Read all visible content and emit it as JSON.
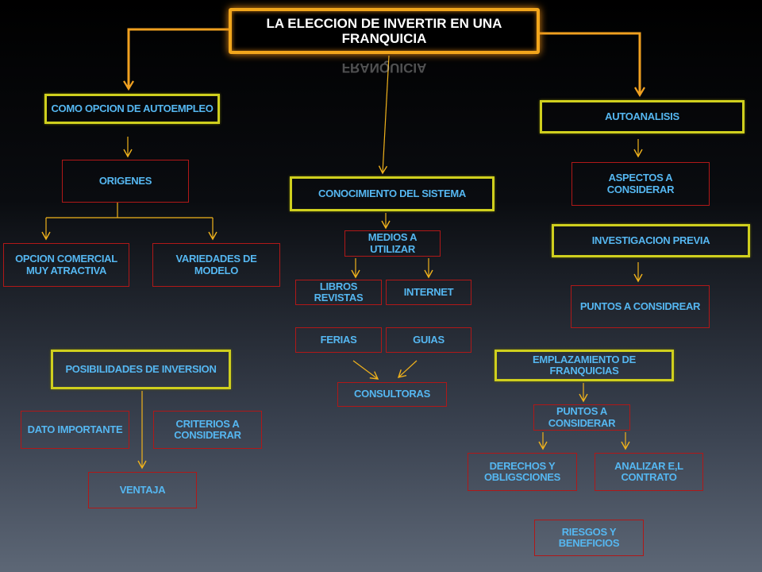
{
  "title": "LA ELECCION DE INVERTIR EN UNA FRANQUICIA",
  "title_reflection": "FRANQUICIA",
  "colors": {
    "text": "#55b7f1",
    "title_text": "#ffffff",
    "title_border": "#f2a61c",
    "yellow_border": "#cfcf1e",
    "red_border": "#b01818",
    "arrow": "#f0b21c"
  },
  "left": {
    "autoempleo": "COMO OPCION DE AUTOEMPLEO",
    "origenes": "ORIGENES",
    "opcion_comercial": "OPCION COMERCIAL MUY ATRACTIVA",
    "variedades": "VARIEDADES DE MODELO",
    "posibilidades": "POSIBILIDADES DE INVERSION",
    "dato": "DATO IMPORTANTE",
    "criterios": "CRITERIOS A CONSIDERAR",
    "ventaja": "VENTAJA"
  },
  "center": {
    "conocimiento": "CONOCIMIENTO DEL SISTEMA",
    "medios": "MEDIOS A UTILIZAR",
    "libros": "LIBROS REVISTAS",
    "internet": "INTERNET",
    "ferias": "FERIAS",
    "guias": "GUIAS",
    "consultoras": "CONSULTORAS"
  },
  "right": {
    "autoanalisis": "AUTOANALISIS",
    "aspectos": "ASPECTOS A CONSIDERAR",
    "investigacion": "INVESTIGACION PREVIA",
    "puntos_considrear": "PUNTOS A CONSIDREAR",
    "emplazamiento": "EMPLAZAMIENTO DE FRANQUICIAS",
    "puntos_considerar": "PUNTOS A CONSIDERAR",
    "derechos": "DERECHOS Y OBLIGSCIONES",
    "analizar": "ANALIZAR E,L CONTRATO",
    "riesgos": "RIESGOS Y BENEFICIOS"
  }
}
